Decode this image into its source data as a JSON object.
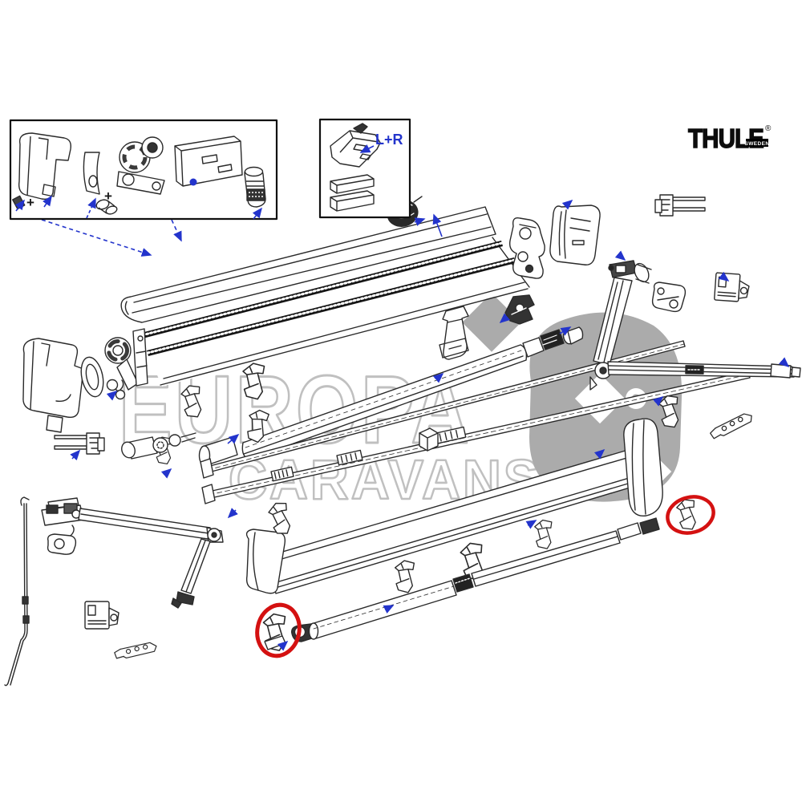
{
  "brand": {
    "logo": "THULE",
    "registered_mark": "®",
    "badge": "SWEDEN"
  },
  "watermark": {
    "title": "EUROPA",
    "subtitle": "CARAVANS"
  },
  "labels": {
    "left_right": "L+R",
    "plus_top_cap": "+",
    "plus_bracket": "+"
  },
  "colors": {
    "highlight_red": "#d41111",
    "callout_blue": "#2334cc",
    "diagram_line": "#2a2a2a",
    "watermark_text": "#bdbdbd",
    "watermark_glyph": "#a7a7a7",
    "strip_black": "#151515",
    "brand_black": "#0c0c0c"
  }
}
